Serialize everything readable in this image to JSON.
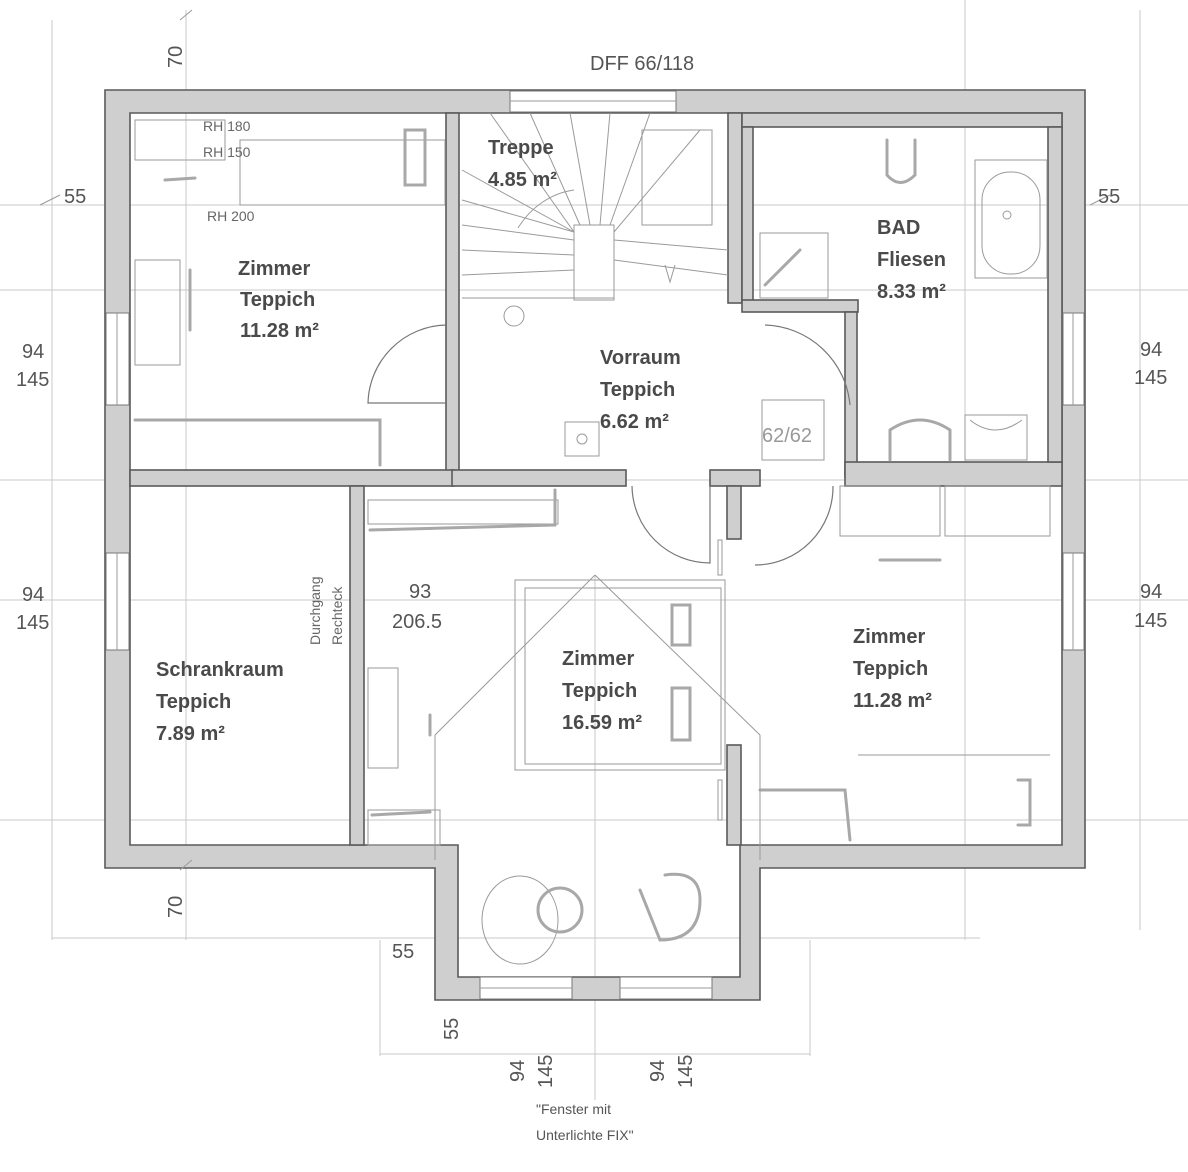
{
  "title": "DFF 66/118",
  "rooms": {
    "top_left": {
      "name": "Zimmer",
      "floor": "Teppich",
      "area": "11.28 m²"
    },
    "stairs": {
      "name": "Treppe",
      "area": "4.85 m²"
    },
    "bath": {
      "name": "BAD",
      "floor": "Fliesen",
      "area": "8.33 m²"
    },
    "hall": {
      "name": "Vorraum",
      "floor": "Teppich",
      "area": "6.62 m²"
    },
    "closet": {
      "name": "Schrankraum",
      "floor": "Teppich",
      "area": "7.89 m²"
    },
    "center": {
      "name": "Zimmer",
      "floor": "Teppich",
      "area": "16.59 m²"
    },
    "right": {
      "name": "Zimmer",
      "floor": "Teppich",
      "area": "11.28 m²"
    }
  },
  "heights": {
    "rh1": "RH 180",
    "rh2": "RH 150",
    "rh3": "RH 200"
  },
  "hall_door": "62/62",
  "passage": {
    "line1": "Durchgang",
    "line2": "Rechteck",
    "width": "93",
    "height": "206.5"
  },
  "dimensions": {
    "top_70": "70",
    "bottom_70": "70",
    "left_55": "55",
    "right_55": "55",
    "left_win1_w": "94",
    "left_win1_h": "145",
    "right_win1_w": "94",
    "right_win1_h": "145",
    "left_win2_w": "94",
    "left_win2_h": "145",
    "right_win2_w": "94",
    "right_win2_h": "145",
    "bay_55_h": "55",
    "bay_55_v": "55",
    "bay_win1_w": "94",
    "bay_win1_h": "145",
    "bay_win2_w": "94",
    "bay_win2_h": "145"
  },
  "note": {
    "line1": "\"Fenster mit",
    "line2": "Unterlichte FIX\""
  }
}
